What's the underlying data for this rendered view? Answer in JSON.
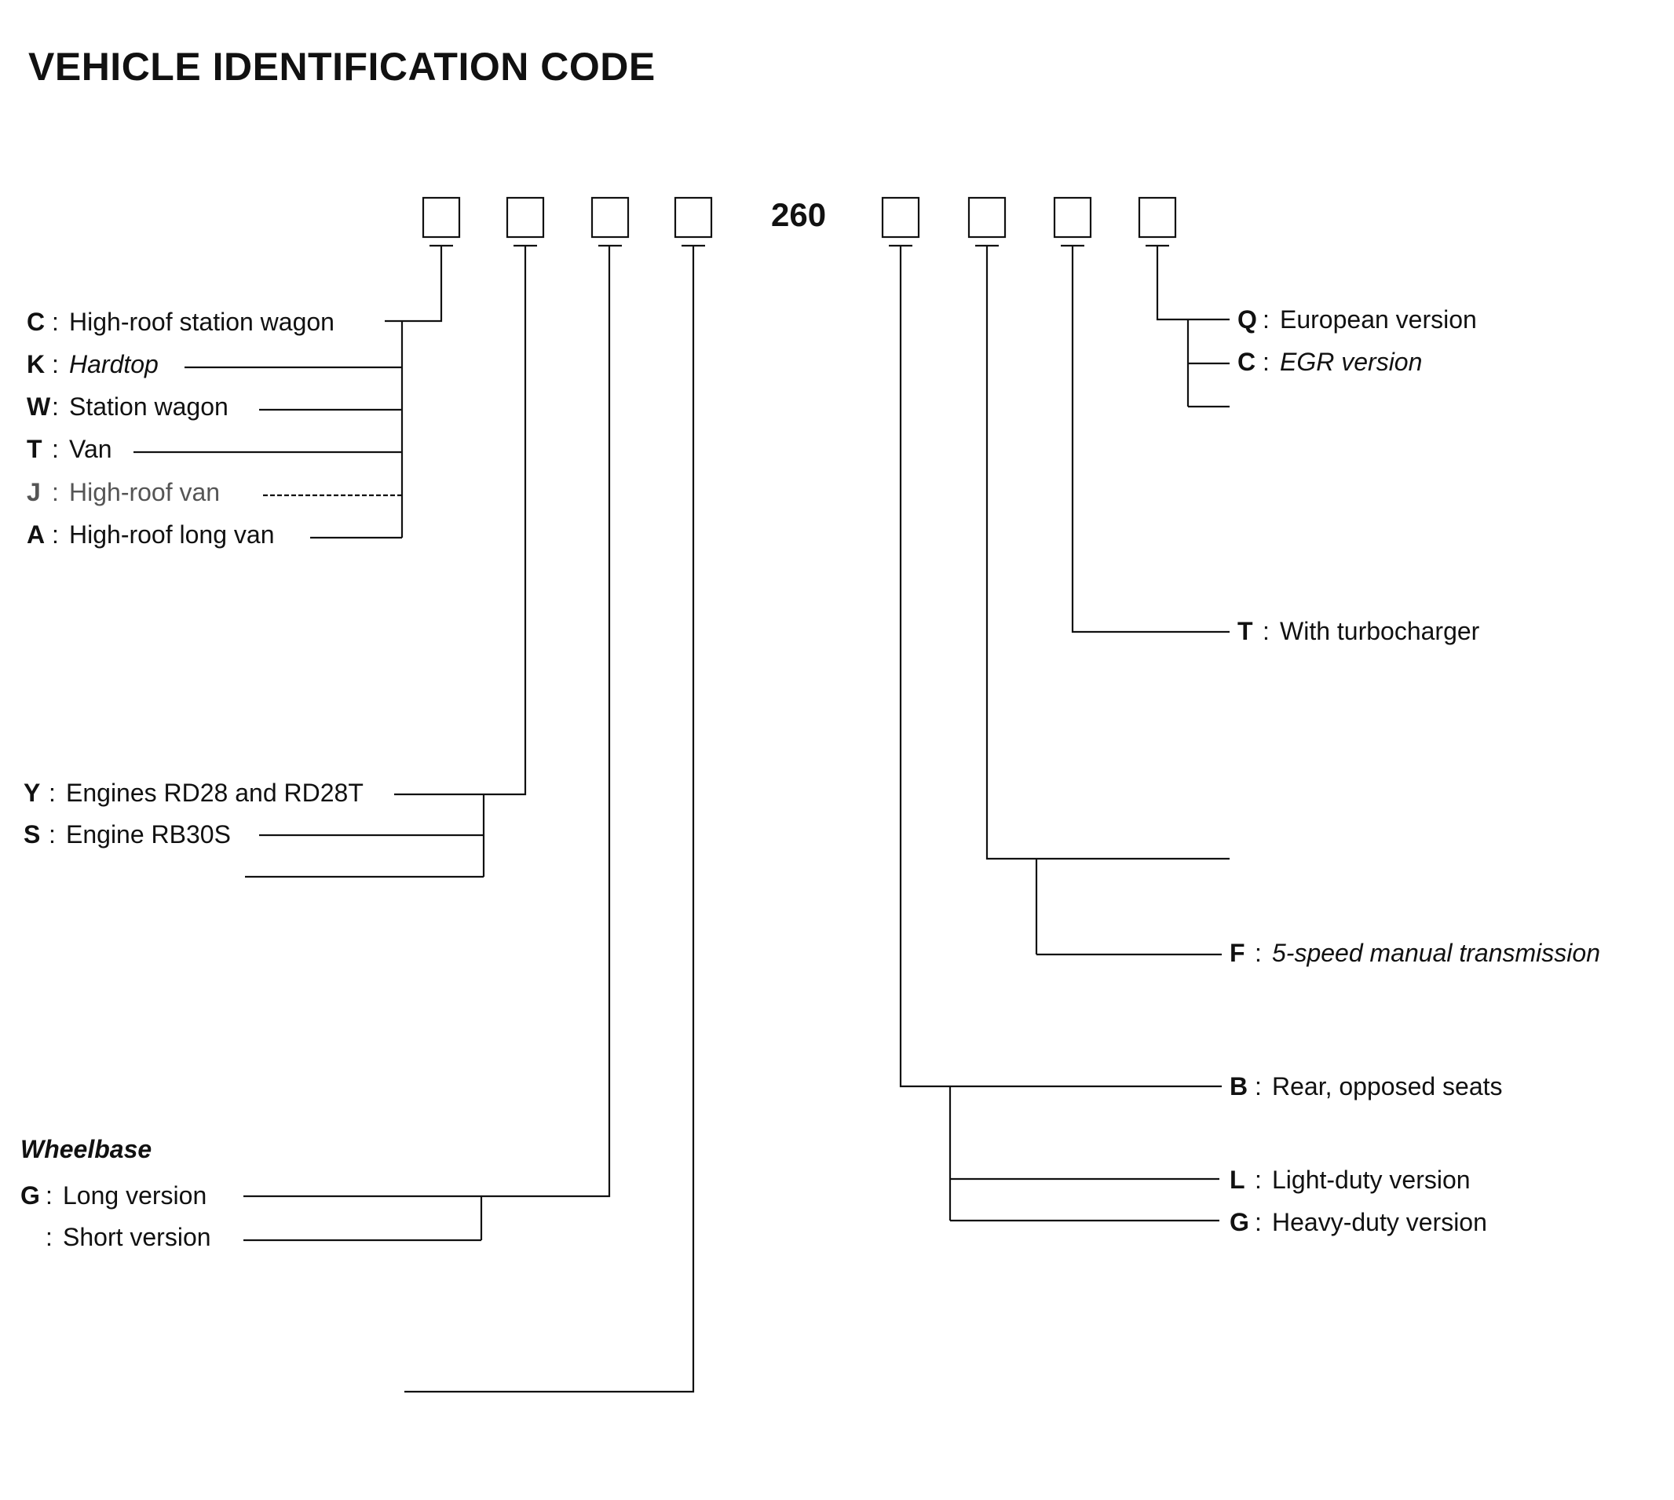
{
  "title": "VEHICLE IDENTIFICATION CODE",
  "model_number": "260",
  "code_positions": [
    "position-1",
    "position-2",
    "position-3",
    "position-4",
    "position-6",
    "position-7",
    "position-8",
    "position-9"
  ],
  "body_type": {
    "options": [
      {
        "code": "C",
        "sep": ":",
        "desc": "High-roof station wagon"
      },
      {
        "code": "K",
        "sep": ":",
        "desc": "Hardtop"
      },
      {
        "code": "W",
        "sep": ":",
        "desc": "Station wagon"
      },
      {
        "code": "T",
        "sep": ":",
        "desc": "Van"
      },
      {
        "code": "J",
        "sep": ":",
        "desc": "High-roof van"
      },
      {
        "code": "A",
        "sep": ":",
        "desc": "High-roof long van"
      }
    ]
  },
  "engine": {
    "options": [
      {
        "code": "Y",
        "sep": ":",
        "desc": "Engines RD28 and RD28T"
      },
      {
        "code": "S",
        "sep": ":",
        "desc": "Engine RB30S"
      }
    ]
  },
  "wheelbase": {
    "heading": "Wheelbase",
    "options": [
      {
        "code": "G",
        "sep": ":",
        "desc": "Long version"
      },
      {
        "code": "",
        "sep": ":",
        "desc": "Short version"
      }
    ]
  },
  "seating": {
    "options": [
      {
        "code": "B",
        "sep": ":",
        "desc": "Rear, opposed seats"
      },
      {
        "code": "L",
        "sep": ":",
        "desc": "Light-duty version"
      },
      {
        "code": "G",
        "sep": ":",
        "desc": "Heavy-duty version"
      }
    ]
  },
  "transmission": {
    "options": [
      {
        "code": "F",
        "sep": ":",
        "desc": "5-speed manual transmission"
      }
    ]
  },
  "turbo": {
    "options": [
      {
        "code": "T",
        "sep": ":",
        "desc": "With turbocharger"
      }
    ]
  },
  "destination": {
    "options": [
      {
        "code": "Q",
        "sep": ":",
        "desc": "European version"
      },
      {
        "code": "C",
        "sep": ":",
        "desc": "EGR version"
      }
    ]
  },
  "colors": {
    "ink": "#111111",
    "background": "#ffffff"
  }
}
